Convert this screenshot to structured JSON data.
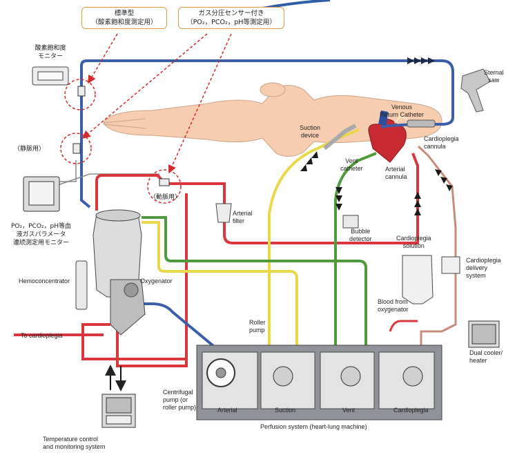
{
  "callouts": {
    "standard": "標準型\n（酸素飽和度測定用）",
    "gas_sensor": "ガス分圧センサー付き\n（PO₂，PCO₂，pH等測定用）"
  },
  "labels_jp": {
    "spo2_monitor": "酸素飽和度\nモニター",
    "venous_use": "（静脈用）",
    "arterial_use": "（動脈用）",
    "gas_monitor": "PO₂，PCO₂，pH等血\n液ガスパラメータ\n連続測定用モニター"
  },
  "labels": {
    "sternal_saw": "Sternal\nsaw",
    "venous_return": "Venous\nReturn Catheter",
    "suction_device": "Suction\ndevice",
    "cardioplegia_cannula": "Cardioplegia\ncannula",
    "vent_catheter": "Vent\ncatheter",
    "arterial_cannula": "Arterial\ncannula",
    "arterial_filter": "Arterial\nfilter",
    "bubble_detector": "Bubble\ndetector",
    "cardioplegia_solution": "Cardioplegia\nsolution",
    "cardioplegia_delivery": "Cardioplegia\ndelivery\nsystem",
    "hemoconcentrator": "Hemoconcentrator",
    "oxygenator": "Oxygenator",
    "blood_from_oxygenator": "Blood from\noxygenator",
    "roller_pump": "Roller\npump",
    "to_cardioplegia": "To cardioplegia",
    "dual_cooler": "Dual cooler/\nheater",
    "centrifugal_pump": "Centrifugal\npump (or\nroller pump)",
    "arterial": "Arterial",
    "suction": "Suction",
    "vent": "Vent",
    "cardioplegia": "Cardioplegia",
    "perfusion_system": "Perfusion system (heart-lung machine)",
    "temperature_control": "Temperature control\nand monitoring system"
  },
  "colors": {
    "venous_blue": "#3a5ea8",
    "arterial_red": "#d9363e",
    "suction_yellow": "#e8d84a",
    "vent_green": "#4f9a3a",
    "callout_orange": "#e39a4a",
    "dashed_red": "#d42a2a",
    "body_skin": "#f6cdb0"
  }
}
